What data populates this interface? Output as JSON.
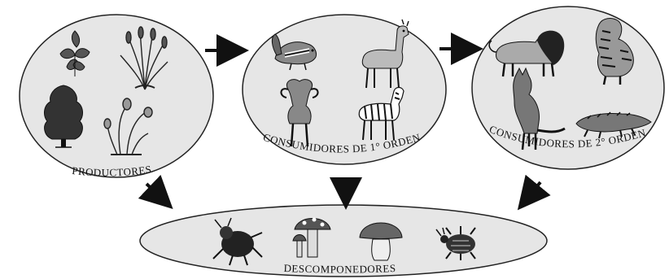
{
  "labels": {
    "producers": "PRODUCTORES",
    "primary_consumers": "CONSUMIDORES DE 1° ORDEN",
    "secondary_consumers": "CONSUMIDORES DE 2° ORDEN",
    "decomposers": "DESCOMPONEDORES"
  },
  "groups": {
    "producers": [
      "flower-icon",
      "grass-plant-icon",
      "tree-icon",
      "snowdrop-plant-icon"
    ],
    "primary_consumers": [
      "chipmunk-icon",
      "llama-icon",
      "ram-icon",
      "zebra-icon"
    ],
    "secondary_consumers": [
      "lion-icon",
      "tiger-icon",
      "wolf-icon",
      "crocodile-icon"
    ],
    "decomposers": [
      "beetle-icon",
      "toadstool-mushroom-icon",
      "bolete-mushroom-icon",
      "bug-icon"
    ]
  },
  "colors": {
    "ellipse_fill": "#e6e6e6",
    "outline": "#222222",
    "arrow": "#111111",
    "silhouette": "#333333"
  }
}
